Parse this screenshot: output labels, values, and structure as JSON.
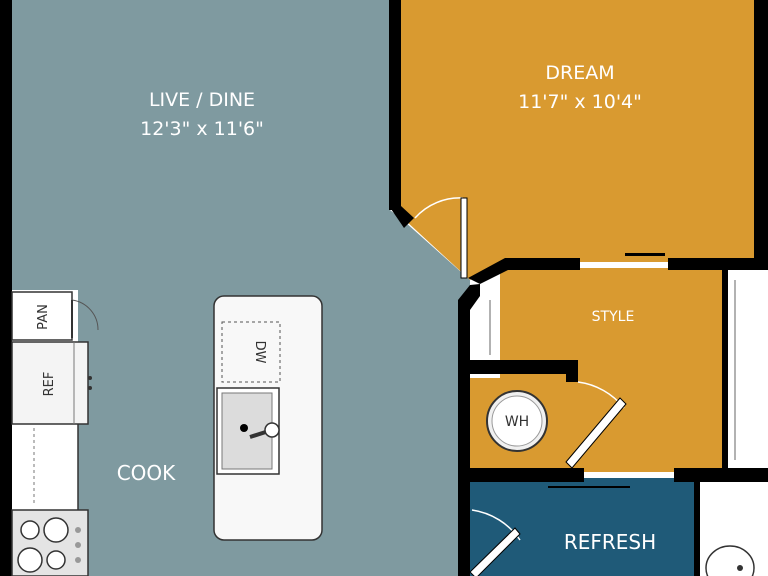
{
  "colors": {
    "live_dine": "#7f9aa0",
    "dream": "#d99a30",
    "style": "#d99a30",
    "refresh": "#1f5a78",
    "wall": "#000000",
    "fixture_white": "#f8f8f8",
    "closet_white": "#ffffff"
  },
  "rooms": {
    "live_dine": {
      "name": "LIVE / DINE",
      "dims": "12'3\" x 11'6\""
    },
    "dream": {
      "name": "DREAM",
      "dims": "11'7\" x 10'4\""
    },
    "style": {
      "name": "STYLE"
    },
    "refresh": {
      "name": "REFRESH"
    },
    "cook": {
      "name": "COOK"
    }
  },
  "fixtures": {
    "pantry": "PAN",
    "refrigerator": "REF",
    "dishwasher": "DW",
    "water_heater": "WH"
  }
}
